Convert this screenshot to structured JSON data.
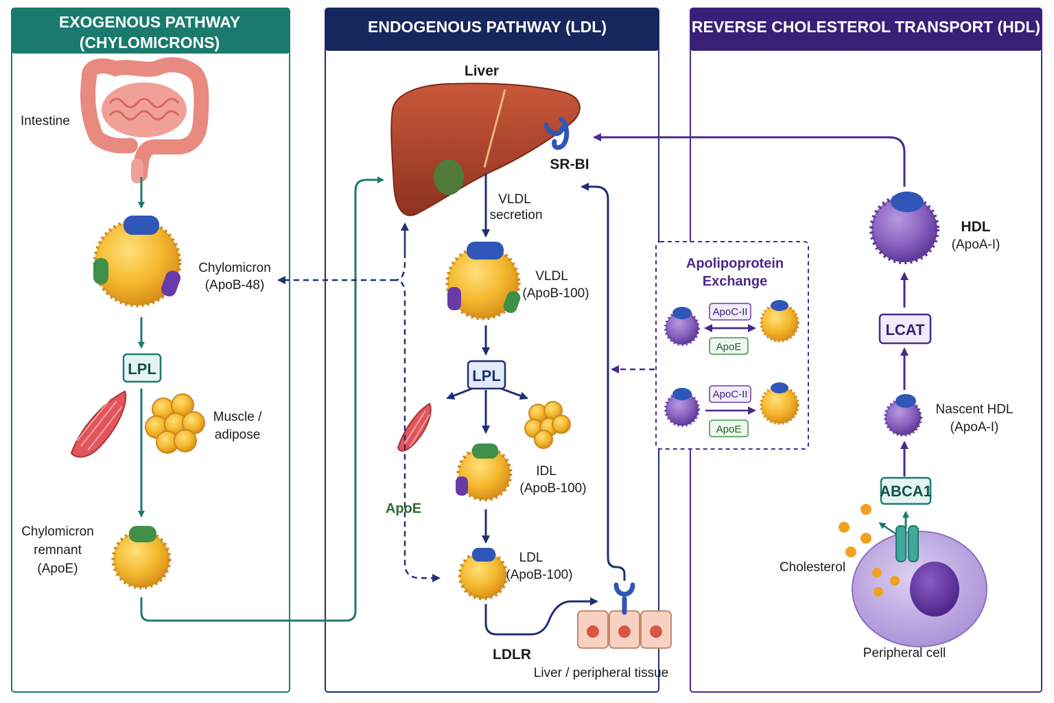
{
  "panels": {
    "exogenous": {
      "title_line1": "EXOGENOUS PATHWAY",
      "title_line2": "(CHYLOMICRONS)"
    },
    "endogenous": {
      "title": "ENDOGENOUS PATHWAY (LDL)"
    },
    "reverse": {
      "title": "REVERSE CHOLESTEROL TRANSPORT (HDL)"
    }
  },
  "exogenous": {
    "intestine": "Intestine",
    "chylomicron_line1": "Chylomicron",
    "chylomicron_line2": "(ApoB-48)",
    "lpl": "LPL",
    "muscle_line1": "Muscle /",
    "muscle_line2": "adipose",
    "remnant_line1": "Chylomicron",
    "remnant_line2": "remnant",
    "remnant_line3": "(ApoE)"
  },
  "endogenous": {
    "liver": "Liver",
    "srbi": "SR-BI",
    "vldl_secretion_line1": "VLDL",
    "vldl_secretion_line2": "secretion",
    "vldl_line1": "VLDL",
    "vldl_line2": "(ApoB-100)",
    "lpl": "LPL",
    "idl_line1": "IDL",
    "idl_line2": "(ApoB-100)",
    "ldl_line1": "LDL",
    "ldl_line2": "(ApoB-100)",
    "apoe": "ApoE",
    "ldlr": "LDLR",
    "tissue": "Liver / peripheral tissue"
  },
  "exchange": {
    "title_line1": "Apolipoprotein",
    "title_line2": "Exchange",
    "apoc2_a": "ApoC-II",
    "apoe_a": "ApoE",
    "apoc2_b": "ApoC-II",
    "apoe_b": "ApoE"
  },
  "reverse": {
    "hdl_line1": "HDL",
    "hdl_line2": "(ApoA-I)",
    "lcat": "LCAT",
    "nascent_line1": "Nascent HDL",
    "nascent_line2": "(ApoA-I)",
    "abca1": "ABCA1",
    "cholesterol": "Cholesterol",
    "peripheral_cell": "Peripheral cell"
  },
  "colors": {
    "teal": "#1b7a6e",
    "navy": "#1f2f73",
    "purple": "#4a2a8a",
    "lipid_yellow": "#f2b630",
    "apob_blue": "#2f56b8",
    "apoe_green": "#3f8f4a",
    "apoc_purple": "#6a3aa8",
    "hdl_purple": "#8a62c0",
    "liver_red": "#b5472e"
  }
}
